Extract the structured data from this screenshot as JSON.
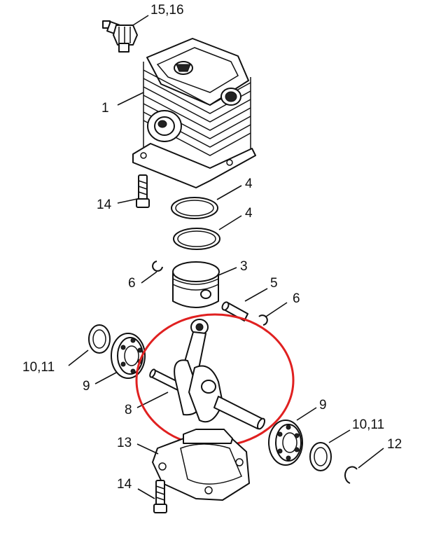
{
  "labels": {
    "spark_plug": "15,16",
    "cylinder": "1",
    "cylinder_bolt": "14",
    "ring_upper": "4",
    "ring_lower": "4",
    "piston": "3",
    "circlip_left": "6",
    "piston_pin": "5",
    "circlip_right": "6",
    "seal_left": "10,11",
    "bearing_left": "9",
    "crankshaft": "8",
    "bearing_right": "9",
    "seal_right": "10,11",
    "crankcase": "13",
    "snap_ring": "12",
    "crankcase_bolt": "14"
  },
  "highlight_color": "#e02020"
}
